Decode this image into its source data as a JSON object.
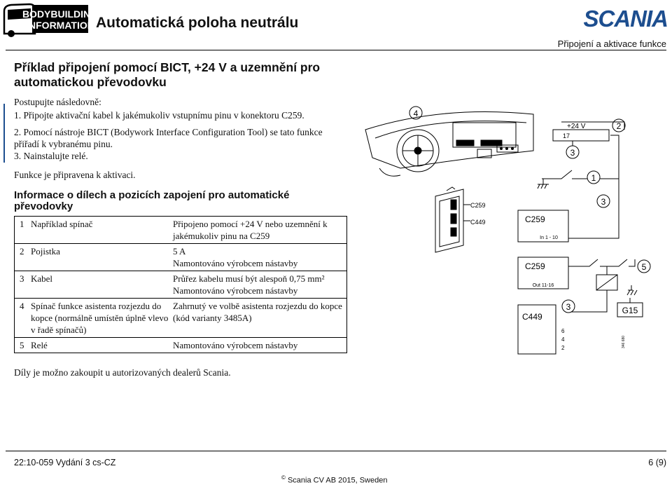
{
  "header": {
    "logo_line1": "BODYBUILDING",
    "logo_line2": "INFORMATION",
    "title": "Automatická poloha neutrálu",
    "brand": "SCANIA",
    "section": "Připojení a aktivace funkce"
  },
  "main": {
    "heading": "Příklad připojení pomocí BICT, +24 V a uzemnění pro automatickou převodovku",
    "intro": "Postupujte následovně:",
    "steps": [
      {
        "num": "1.",
        "text": "Připojte aktivační kabel k jakémukoliv vstupnímu pinu v konektoru C259."
      },
      {
        "num": "2.",
        "text": "Pomocí nástroje BICT (Bodywork Interface Configuration Tool) se tato funkce přiřadí k vybranému pinu."
      },
      {
        "num": "3.",
        "text": "Nainstalujte relé."
      }
    ],
    "ready": "Funkce je připravena k aktivaci.",
    "parts_heading": "Informace o dílech a pozicích zapojení pro automatické převodovky",
    "parts": [
      {
        "num": "1",
        "name": "Například spínač",
        "desc": [
          "Připojeno pomocí +24 V nebo uzemnění k jakémukoliv pinu na C259"
        ]
      },
      {
        "num": "2",
        "name": "Pojistka",
        "desc": [
          "5 A",
          "Namontováno výrobcem nástavby"
        ]
      },
      {
        "num": "3",
        "name": "Kabel",
        "desc": [
          "Průřez kabelu musí být alespoň 0,75 mm²",
          "Namontováno výrobcem nástavby"
        ]
      },
      {
        "num": "4",
        "name": "Spínač funkce asistenta rozjezdu do kopce (normálně umístěn úplně vlevo v řadě spínačů)",
        "desc": [
          "Zahrnutý ve volbě asistenta rozjezdu do kopce (kód varianty 3485A)"
        ]
      },
      {
        "num": "5",
        "name": "Relé",
        "desc": [
          "Namontováno výrobcem nástavby"
        ]
      }
    ],
    "note": "Díly je možno zakoupit u autorizovaných dealerů Scania."
  },
  "diagram": {
    "callouts": [
      "1",
      "2",
      "3",
      "4",
      "5"
    ],
    "supply": "+24 V",
    "fuse_no": "17",
    "connector_c259": "C259",
    "connector_c449": "C449",
    "in_label": "In 1 - 10",
    "out_label": "Out 11-16",
    "pins": [
      "6",
      "4",
      "2"
    ],
    "ground": "G15",
    "ref": "346 680"
  },
  "footer": {
    "doc_id": "22:10-059 Vydání 3 cs-CZ",
    "page": "6 (9)",
    "copyright_symbol": "©",
    "copyright": "Scania CV AB 2015, Sweden"
  }
}
